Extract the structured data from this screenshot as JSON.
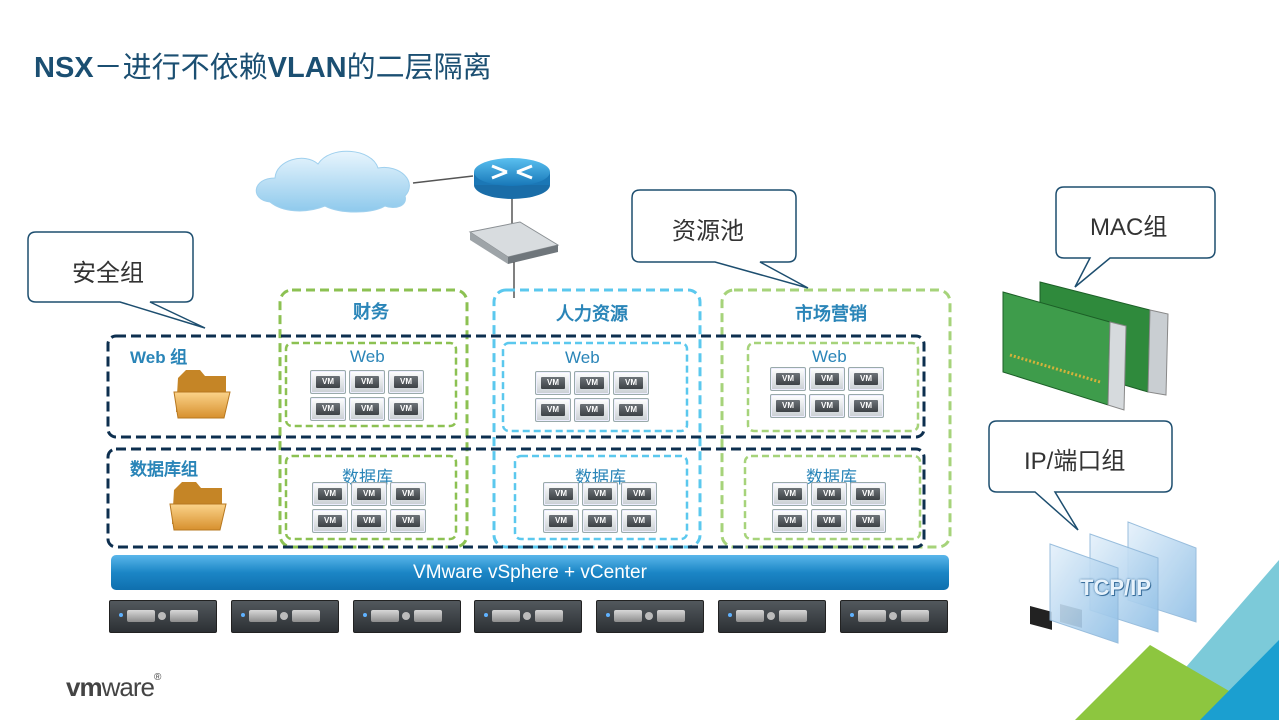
{
  "title": {
    "prefix": "NSX",
    "dash": "－进行不依赖",
    "vlan": "VLAN",
    "suffix": "的二层隔离"
  },
  "callouts": {
    "security_group": "安全组",
    "resource_pool": "资源池",
    "mac_group": "MAC组",
    "ip_port_group": "IP/端口组"
  },
  "pools": [
    {
      "name": "财务",
      "web": "Web",
      "db": "数据库"
    },
    {
      "name": "人力资源",
      "web": "Web",
      "db": "数据库"
    },
    {
      "name": "市场营销",
      "web": "Web",
      "db": "数据库"
    }
  ],
  "groups": {
    "web": "Web 组",
    "db": "数据库组"
  },
  "vm_label": "VM",
  "vsphere": "VMware vSphere + vCenter",
  "tcpip": "TCP/IP",
  "logo": {
    "vm": "vm",
    "ware": "ware"
  },
  "colors": {
    "title": "#1b4f72",
    "accent_blue": "#2a85b8",
    "pool_green": "#8cc152",
    "pool_cyan": "#5bc8ee",
    "group_navy": "#0d2f4f"
  }
}
